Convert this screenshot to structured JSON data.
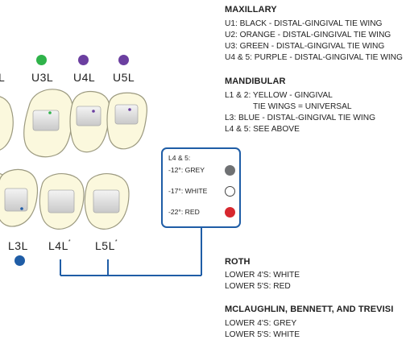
{
  "maxillary": {
    "heading": "MAXILLARY",
    "lines": [
      "U1: BLACK - DISTAL-GINGIVAL TIE WING",
      "U2: ORANGE - DISTAL-GINGIVAL TIE WING",
      "U3: GREEN - DISTAL-GINGIVAL TIE WING",
      "U4 & 5: PURPLE - DISTAL-GINGIVAL TIE WING"
    ]
  },
  "mandibular": {
    "heading": "MANDIBULAR",
    "lines": [
      "L1 & 2: YELLOW - GINGIVAL",
      "TIE WINGS = UNIVERSAL",
      "L3: BLUE - DISTAL-GINGIVAL TIE WING",
      "L4 & 5: SEE ABOVE"
    ]
  },
  "roth": {
    "heading": "ROTH",
    "lines": [
      "LOWER 4'S: WHITE",
      "LOWER 5'S: RED"
    ]
  },
  "mbt": {
    "heading": "MCLAUGHLIN, BENNETT, AND TREVISI",
    "lines": [
      "LOWER 4'S: GREY",
      "LOWER 5'S: WHITE"
    ]
  },
  "upper_teeth": {
    "cut_label": "L",
    "labels": [
      "U3L",
      "U4L",
      "U5L"
    ]
  },
  "lower_teeth": {
    "labels": [
      "L3L",
      "L4L",
      "L5L"
    ],
    "asterisk": "*"
  },
  "legend": {
    "title": "L4 & 5:",
    "items": [
      {
        "label": "-12°: GREY",
        "color": "#6f7173"
      },
      {
        "label": "-17°: WHITE",
        "color": "#ffffff"
      },
      {
        "label": "-22°: RED",
        "color": "#d7282f"
      }
    ]
  },
  "colors": {
    "green": "#2fb34a",
    "purple": "#6b3fa0",
    "blue": "#1f5da6",
    "connector": "#1f5da6",
    "tooth_fill": "#fbf8dd",
    "tooth_stroke": "#9c9a80"
  }
}
